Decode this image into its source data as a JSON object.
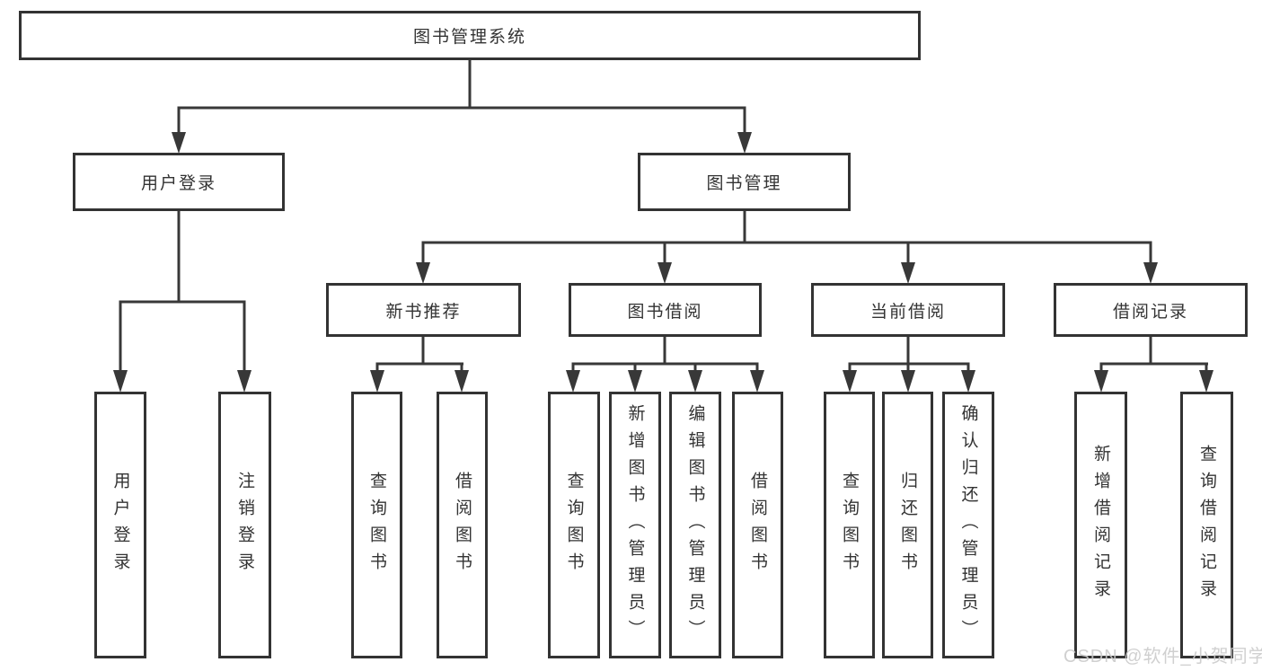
{
  "diagram_title": "图书管理系统",
  "tree": {
    "root": {
      "label": "图书管理系统"
    },
    "login": {
      "label": "用户登录",
      "children": [
        {
          "label": "用户登录"
        },
        {
          "label": "注销登录"
        }
      ]
    },
    "management": {
      "label": "图书管理",
      "sections": [
        {
          "label": "新书推荐",
          "children": [
            {
              "label": "查询图书"
            },
            {
              "label": "借阅图书"
            }
          ]
        },
        {
          "label": "图书借阅",
          "children": [
            {
              "label": "查询图书"
            },
            {
              "label": "新增图书（管理员）"
            },
            {
              "label": "编辑图书（管理员）"
            },
            {
              "label": "借阅图书"
            }
          ]
        },
        {
          "label": "当前借阅",
          "children": [
            {
              "label": "查询图书"
            },
            {
              "label": "归还图书"
            },
            {
              "label": "确认归还（管理员）"
            }
          ]
        },
        {
          "label": "借阅记录",
          "children": [
            {
              "label": "新增借阅记录"
            },
            {
              "label": "查询借阅记录"
            }
          ]
        }
      ]
    }
  },
  "watermark": {
    "text": "CSDN @软件_小贺同学"
  },
  "colors": {
    "line": "#383838",
    "border": "#333333",
    "text": "#333333",
    "watermark": "#c9c9c9",
    "background": "#ffffff"
  }
}
